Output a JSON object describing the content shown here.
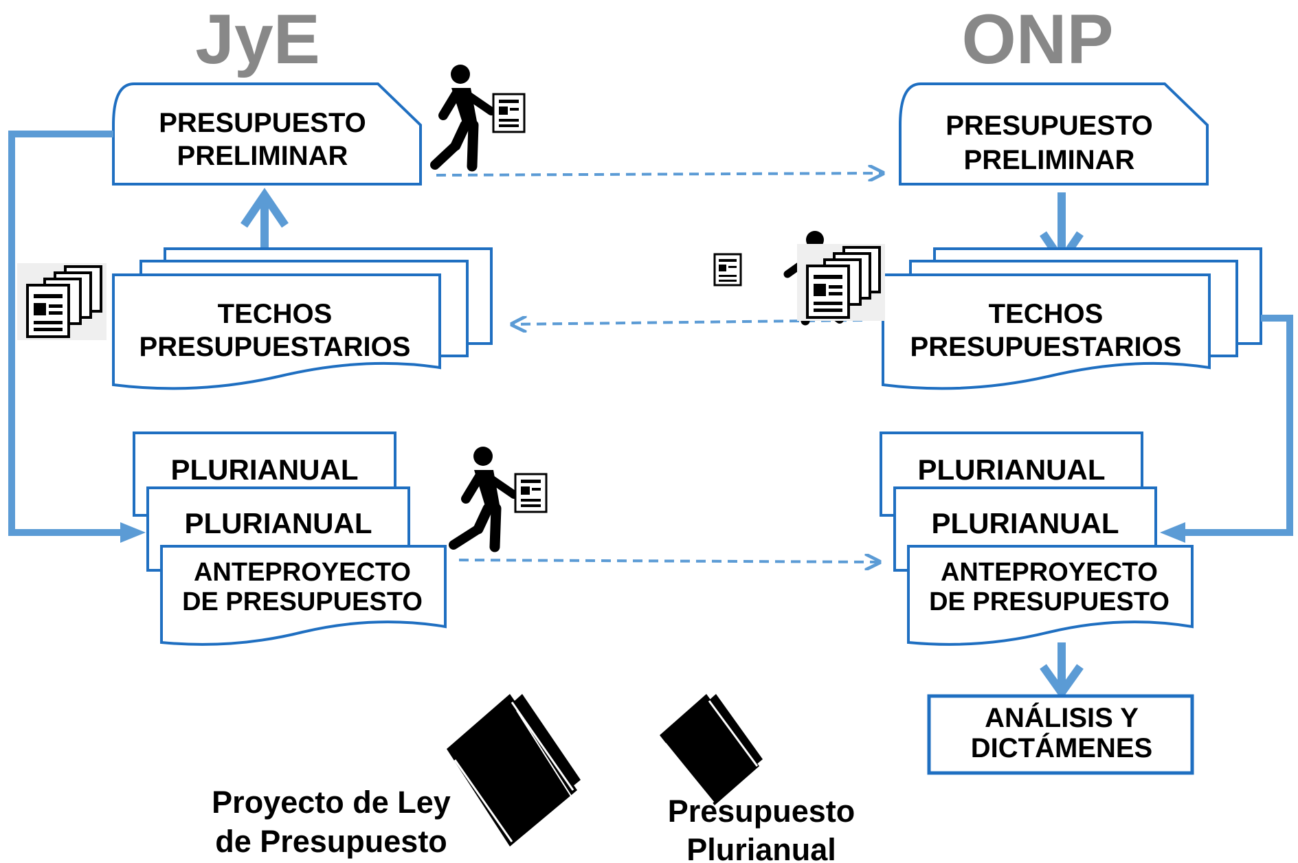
{
  "headers": {
    "left": "JyE",
    "right": "ONP"
  },
  "jye": {
    "preliminar": [
      "PRESUPUESTO",
      "PRELIMINAR"
    ],
    "techos": [
      "TECHOS",
      "PRESUPUESTARIOS"
    ],
    "plurianual_back": "PLURIANUAL",
    "plurianual_mid": "PLURIANUAL",
    "anteproyecto": [
      "ANTEPROYECTO",
      "DE PRESUPUESTO"
    ]
  },
  "onp": {
    "preliminar": [
      "PRESUPUESTO",
      "PRELIMINAR"
    ],
    "techos": [
      "TECHOS",
      "PRESUPUESTARIOS"
    ],
    "plurianual_back": "PLURIANUAL",
    "plurianual_mid": "PLURIANUAL",
    "anteproyecto": [
      "ANTEPROYECTO",
      "DE PRESUPUESTO"
    ],
    "analisis": [
      "ANÁLISIS Y",
      "DICTÁMENES"
    ]
  },
  "outputs": {
    "proyecto_ley": [
      "Proyecto de Ley",
      "de Presupuesto"
    ],
    "plurianual": [
      "Presupuesto",
      "Plurianual"
    ]
  },
  "icons": [
    "walking-person-icon",
    "document-icon",
    "document-stack-icon",
    "open-book-icon"
  ],
  "colors": {
    "box_border": "#1f6fc1",
    "arrow": "#5b9bd5",
    "header": "#888888",
    "text": "#000000"
  }
}
